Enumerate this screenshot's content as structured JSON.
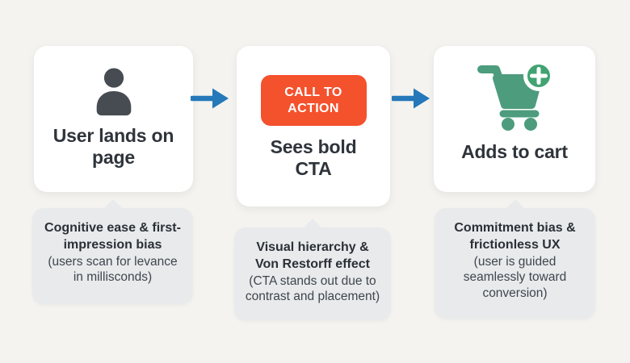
{
  "flow": {
    "steps": [
      {
        "title": "User lands on page",
        "icon": "person-icon",
        "note": {
          "heading": "Cognitive ease & first-impression bias",
          "detail": "(users scan for levance in millisconds)"
        }
      },
      {
        "title": "Sees bold CTA",
        "icon": "cta-chip",
        "button_label": "CALL TO ACTION",
        "note": {
          "heading": "Visual hierarchy & Von Restorff effect",
          "detail": "(CTA stands out due to contrast and placement)"
        }
      },
      {
        "title": "Adds to cart",
        "icon": "cart-plus-icon",
        "note": {
          "heading": "Commitment bias & frictionless UX",
          "detail": "(user is guided seamlessly toward conversion)"
        }
      }
    ],
    "palette": {
      "background": "#f4f3f0",
      "card_bg": "#ffffff",
      "callout_bg": "#e8eaec",
      "arrow_blue": "#2578b9",
      "cta_orange": "#f4512d",
      "cart_green": "#4d9c7d",
      "badge_green": "#41a372",
      "title_text": "#2f343b",
      "note_heading_text": "#2b3036",
      "note_detail_text": "#3f464d",
      "icon_dark": "#474c52"
    }
  }
}
